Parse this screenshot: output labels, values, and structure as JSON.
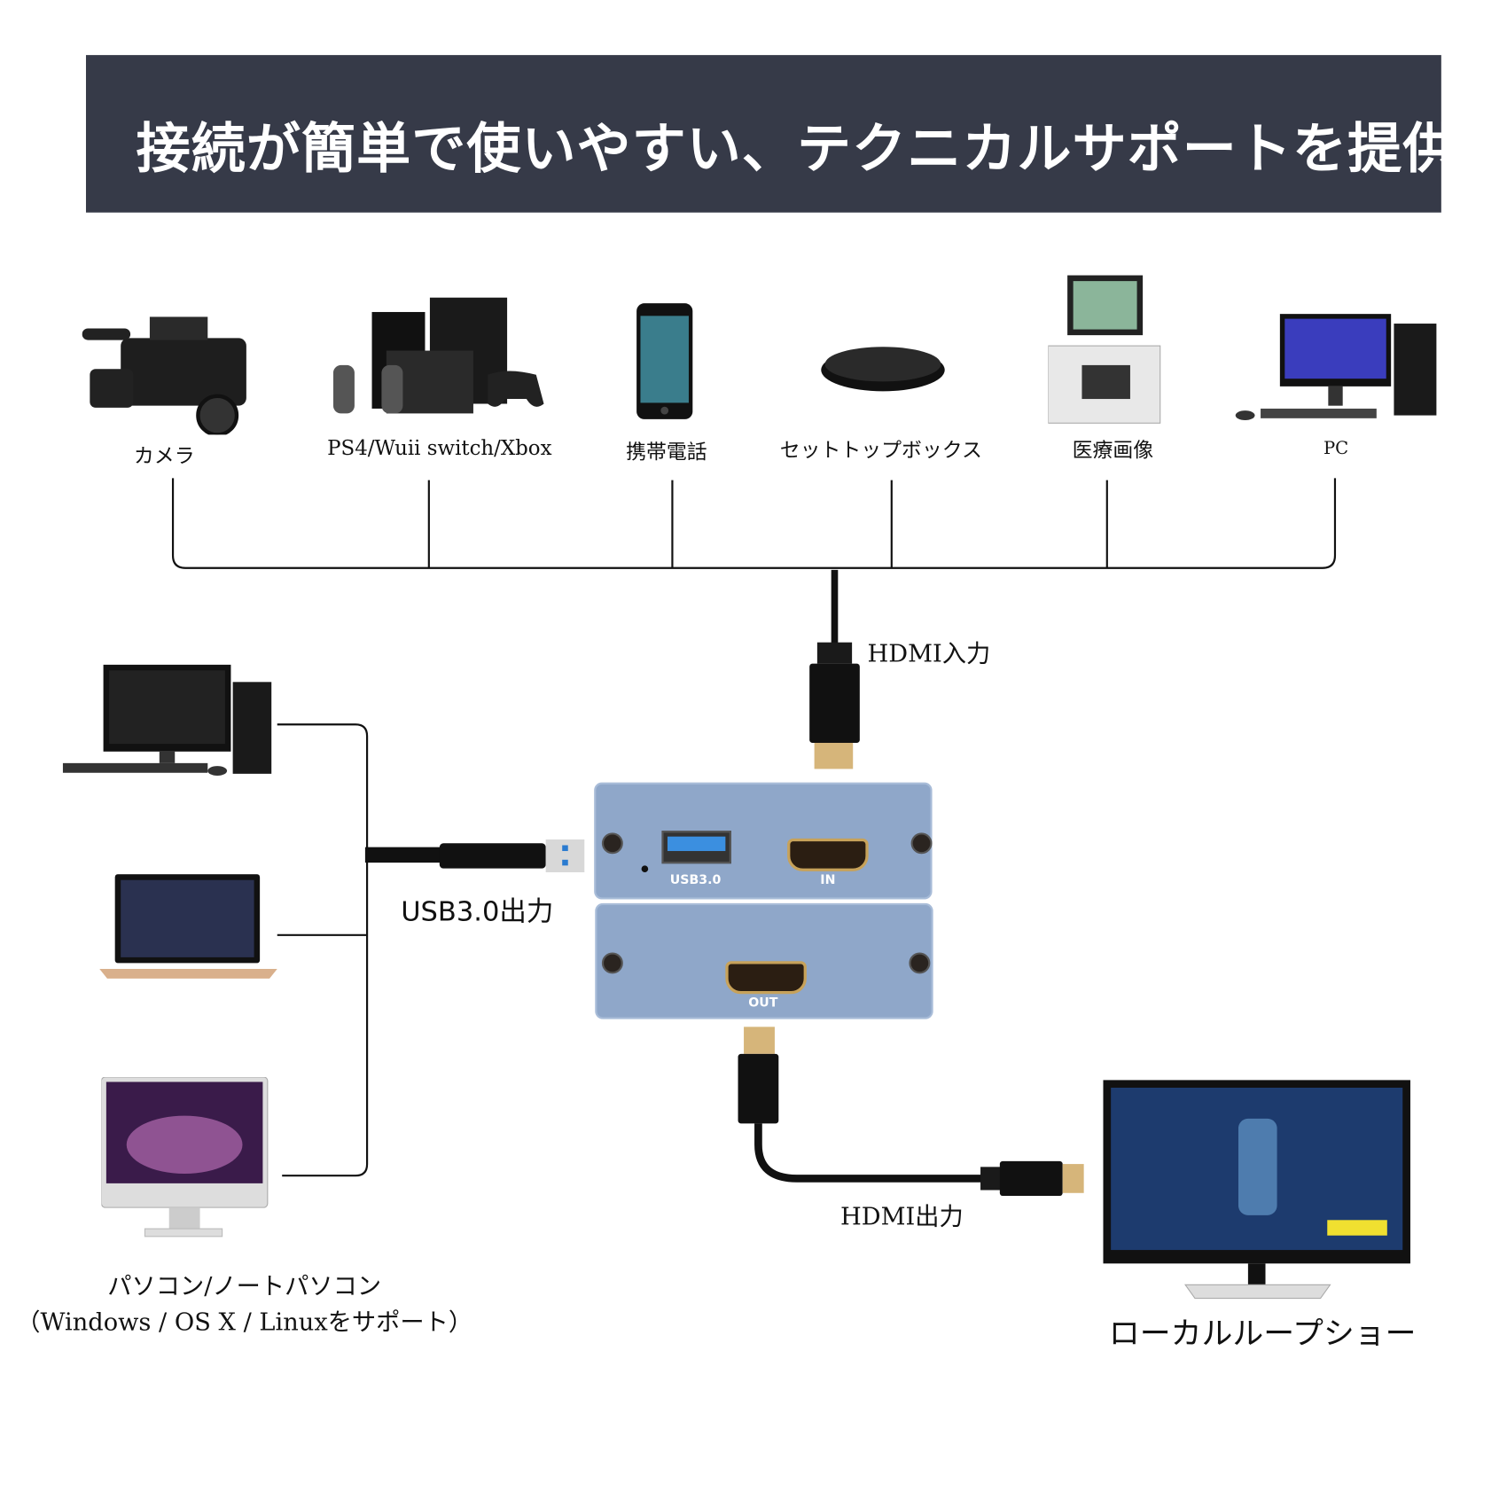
{
  "banner": {
    "title": "接続が簡単で使いやすい、テクニカルサポートを提供",
    "background": "#363a48"
  },
  "sources": [
    {
      "label": "カメラ",
      "icon": "video-camera-icon"
    },
    {
      "label": "PS4/Wuii switch/Xbox",
      "icon": "game-console-icon"
    },
    {
      "label": "携帯電話",
      "icon": "smartphone-icon"
    },
    {
      "label": "セットトップボックス",
      "icon": "set-top-box-icon"
    },
    {
      "label": "医療画像",
      "icon": "medical-imaging-icon"
    },
    {
      "label": "PC",
      "icon": "desktop-pc-icon"
    }
  ],
  "hdmi_in_label": "HDMI入力",
  "usb_out_label": "USB3.0出力",
  "hdmi_out_label": "HDMI出力",
  "device": {
    "usb_port_label": "USB3.0",
    "in_port_label": "IN",
    "out_port_label": "OUT",
    "color": "#8fa7c9"
  },
  "computers": {
    "line1": "パソコン/ノートパソコン",
    "line2": "（Windows / OS X / Linuxをサポート）",
    "icons": [
      "desktop-pc-icon",
      "laptop-icon",
      "imac-icon"
    ]
  },
  "monitor_label": "ローカルループショー"
}
